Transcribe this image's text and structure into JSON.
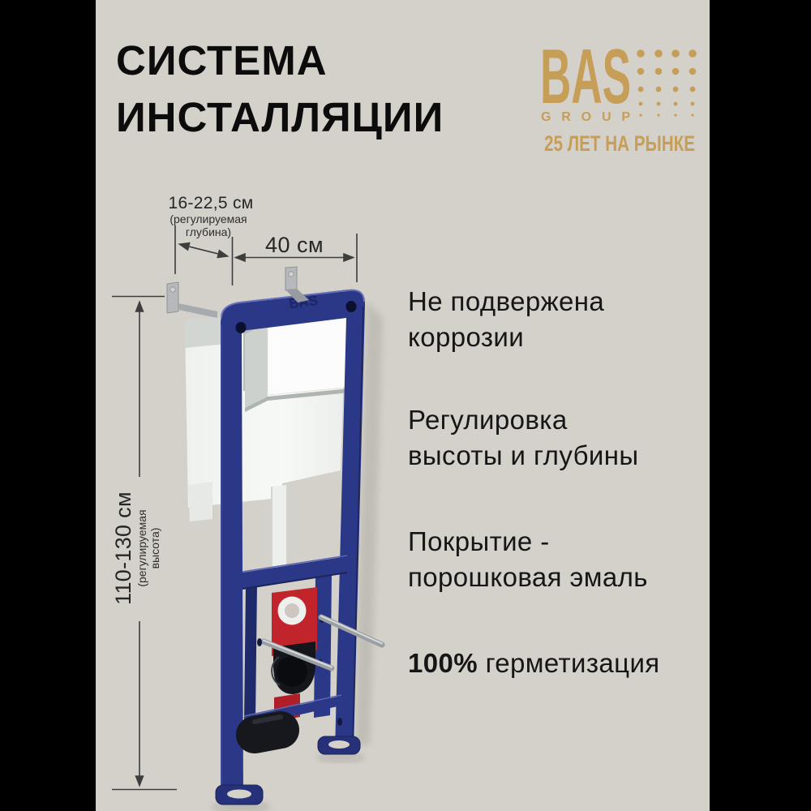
{
  "colors": {
    "background": "#d3d1c9",
    "side_bars": "#000000",
    "gold": "#c79e58",
    "frame_blue": "#2b3787",
    "accent_red": "#c2242b",
    "text": "#161616"
  },
  "header": {
    "title_line1": "СИСТЕМА",
    "title_line2": "ИНСТАЛЛЯЦИИ"
  },
  "logo": {
    "brand": "BAS",
    "group": "GROUP",
    "tagline": "25 ЛЕТ НА РЫНКЕ"
  },
  "diagram": {
    "frame_brand": "BAS",
    "depth": {
      "label": "16-22,5 см",
      "note_line1": "(регулируемая",
      "note_line2": "глубина)"
    },
    "width": {
      "label": "40 см"
    },
    "height": {
      "label": "110-130 см",
      "note_line1": "(регулируемая",
      "note_line2": "высота)"
    }
  },
  "features": [
    {
      "bold": "",
      "text": "Не подвержена\nкоррозии"
    },
    {
      "bold": "",
      "text": "Регулировка\nвысоты и глубины"
    },
    {
      "bold": "",
      "text": "Покрытие -\nпорошковая эмаль"
    },
    {
      "bold": "100%",
      "text": " герметизация"
    }
  ]
}
